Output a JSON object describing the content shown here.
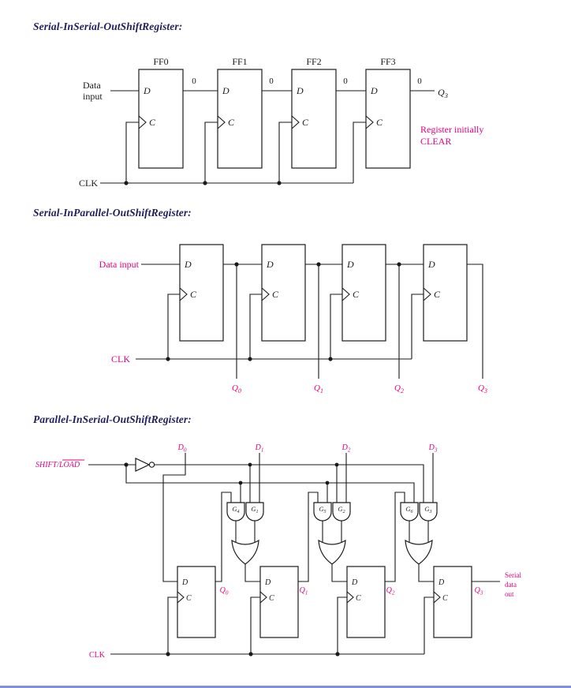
{
  "colors": {
    "magenta": "#e6007e",
    "heading": "#1f1f5c",
    "ink": "#1a1a1a",
    "page_edge_blue": "#7a95d9"
  },
  "headings": {
    "siso": "Serial-InSerial-OutShiftRegister:",
    "sipo": "Serial-InParallel-OutShiftRegister:",
    "piso": "Parallel-InSerial-OutShiftRegister:"
  },
  "siso": {
    "ff_labels": [
      "FF0",
      "FF1",
      "FF2",
      "FF3"
    ],
    "data_input": [
      "Data",
      "input"
    ],
    "d": "D",
    "c": "C",
    "zero": "0",
    "clk": "CLK",
    "q_out": {
      "base": "Q",
      "sub": "3"
    },
    "note": [
      "Register initially",
      "CLEAR"
    ]
  },
  "sipo": {
    "data_input": "Data input",
    "clk": "CLK",
    "d": "D",
    "c": "C",
    "outputs": [
      {
        "base": "Q",
        "sub": "0"
      },
      {
        "base": "Q",
        "sub": "1"
      },
      {
        "base": "Q",
        "sub": "2"
      },
      {
        "base": "Q",
        "sub": "3"
      }
    ]
  },
  "piso": {
    "shift_load": {
      "prefix": "SHIFT/",
      "overline": "LOAD"
    },
    "d_inputs": [
      {
        "base": "D",
        "sub": "0"
      },
      {
        "base": "D",
        "sub": "1"
      },
      {
        "base": "D",
        "sub": "2"
      },
      {
        "base": "D",
        "sub": "3"
      }
    ],
    "gates": [
      {
        "base": "G",
        "sub": "4"
      },
      {
        "base": "G",
        "sub": "1"
      },
      {
        "base": "G",
        "sub": "5"
      },
      {
        "base": "G",
        "sub": "2"
      },
      {
        "base": "G",
        "sub": "6"
      },
      {
        "base": "G",
        "sub": "3"
      }
    ],
    "outputs": [
      {
        "base": "Q",
        "sub": "0"
      },
      {
        "base": "Q",
        "sub": "1"
      },
      {
        "base": "Q",
        "sub": "2"
      }
    ],
    "serial_q": {
      "base": "Q",
      "sub": "3"
    },
    "serial_out": [
      "Serial",
      "data",
      "out"
    ],
    "d": "D",
    "c": "C",
    "clk": "CLK"
  }
}
